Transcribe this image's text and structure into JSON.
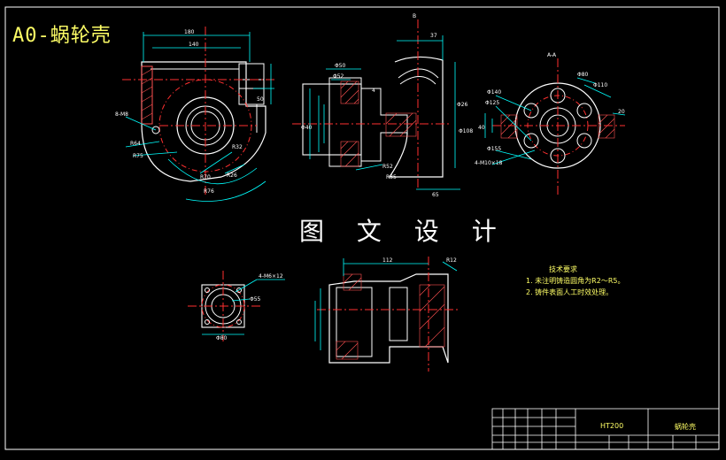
{
  "drawing": {
    "title": "A0-蜗轮壳",
    "watermark": "图 文 设 计",
    "colors": {
      "background": "#000000",
      "outline": "#ffffff",
      "dimension": "#00ffff",
      "hatch": "#ff5050",
      "center_line": "#ff3030",
      "text": "#ffff66",
      "hidden": "#ff66ff"
    }
  },
  "views": {
    "front_dims": [
      "180",
      "140",
      "50",
      "8-M8",
      "R64",
      "R75",
      "R70",
      "R26",
      "R32",
      "R76"
    ],
    "section_dims": [
      "37",
      "Φ50",
      "Φ52",
      "Φ40",
      "4",
      "R52",
      "R35",
      "Φ26",
      "65",
      "Φ108",
      "B"
    ],
    "side_dims": [
      "A-A",
      "Φ125",
      "Φ140",
      "Φ80",
      "Φ110",
      "20",
      "40",
      "Φ155",
      "4-M10×18"
    ],
    "detail_dims": [
      "4-M6×12",
      "Φ55",
      "Φ80"
    ],
    "bottom_dims": [
      "112",
      "R12"
    ]
  },
  "notes": {
    "heading": "技术要求",
    "items": [
      "1. 未注明铸造圆角为R2～R5。",
      "2. 铸件表面人工时效处理。"
    ]
  },
  "title_block": {
    "material": "HT200",
    "part_name": "蜗轮壳"
  }
}
